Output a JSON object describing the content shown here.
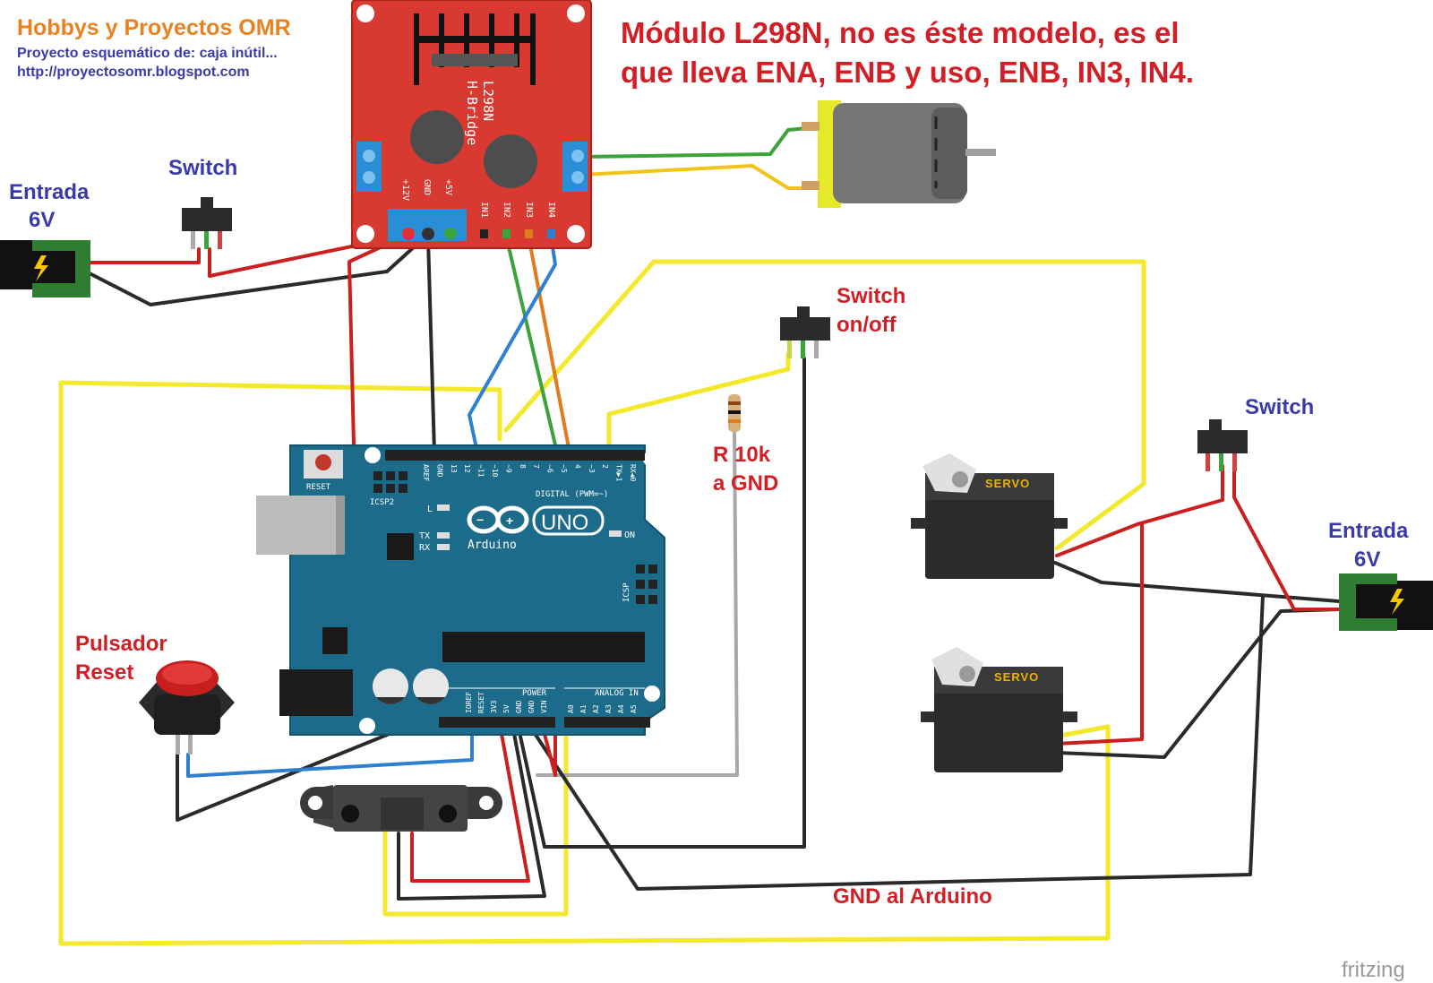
{
  "header": {
    "title": "Hobbys y Proyectos OMR",
    "subtitle": "Proyecto esquemático de: caja inútil...",
    "url": "http://proyectosomr.blogspot.com"
  },
  "note": {
    "line1": "Módulo L298N, no es éste modelo, es el",
    "line2": "que lleva ENA, ENB y uso, ENB, IN3, IN4."
  },
  "labels": {
    "switch_left": "Switch",
    "entrada_left_1": "Entrada",
    "entrada_left_2": "6V",
    "switch_onoff_1": "Switch",
    "switch_onoff_2": "on/off",
    "resistor_1": "R 10k",
    "resistor_2": "a GND",
    "switch_right": "Switch",
    "entrada_right_1": "Entrada",
    "entrada_right_2": "6V",
    "pulsador_1": "Pulsador",
    "pulsador_2": "Reset",
    "gnd_arduino": "GND al Arduino"
  },
  "l298n": {
    "name": "L298N",
    "subname": "H-Bridge",
    "pins": [
      "IN1",
      "IN2",
      "IN3",
      "IN4"
    ],
    "power_pins": [
      "+12V",
      "GND",
      "+5V"
    ]
  },
  "arduino": {
    "brand": "Arduino",
    "model": "UNO",
    "reset": "RESET",
    "icsp2": "ICSP2",
    "icsp": "ICSP",
    "digital": "DIGITAL (PWM=~)",
    "power": "POWER",
    "analog": "ANALOG IN",
    "on": "ON",
    "l": "L",
    "tx": "TX",
    "rx": "RX",
    "digital_pins": [
      "AREF",
      "GND",
      "13",
      "12",
      "~11",
      "~10",
      "~9",
      "8",
      "7",
      "~6",
      "~5",
      "4",
      "~3",
      "2",
      "TX▶1",
      "RX◀0"
    ],
    "power_pins": [
      "IOREF",
      "RESET",
      "3V3",
      "5V",
      "GND",
      "GND",
      "VIN"
    ],
    "analog_pins": [
      "A0",
      "A1",
      "A2",
      "A3",
      "A4",
      "A5"
    ]
  },
  "servo": {
    "label": "SERVO"
  },
  "footer": {
    "brand": "fritzing"
  },
  "colors": {
    "title_orange": "#e8821e",
    "label_blue": "#3a3aa8",
    "label_red": "#d21f26",
    "board_blue": "#1d6b8a",
    "module_red": "#d32f2f"
  }
}
